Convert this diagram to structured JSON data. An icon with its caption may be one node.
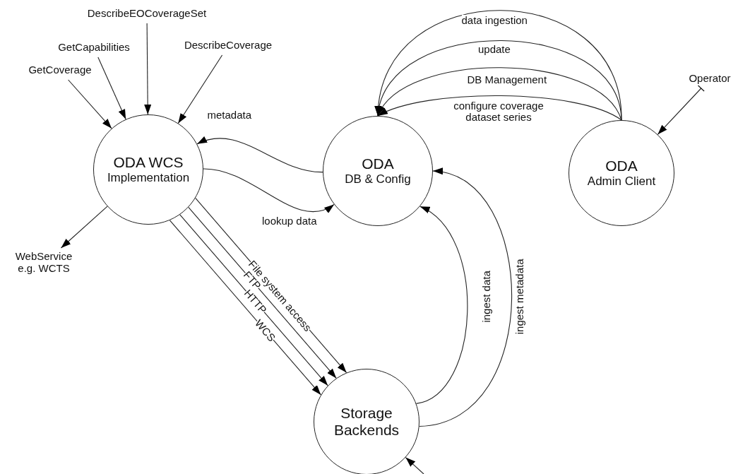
{
  "diagram": {
    "nodes": [
      {
        "text": [
          "GetCoverage"
        ]
      },
      {
        "text": [
          "GetCapabilities"
        ]
      },
      {
        "text": [
          "DescribeEOCoverageSet"
        ]
      },
      {
        "text": [
          "DescribeCoverage"
        ]
      },
      {
        "text": [
          "ODA WCS",
          "Implementation"
        ]
      },
      {
        "text": [
          "ODA",
          "DB & Config"
        ]
      },
      {
        "text": [
          "Operator"
        ]
      },
      {
        "text": [
          "ODA",
          "Admin Client"
        ]
      },
      {
        "text": [
          "WebService e.g. WCTS"
        ]
      },
      {
        "text": [
          "Storage Backends"
        ]
      }
    ],
    "edges": [
      {
        "from": 0,
        "to": 4,
        "arrow": "to"
      },
      {
        "from": 1,
        "to": 4,
        "arrow": "to"
      },
      {
        "from": 2,
        "to": 4,
        "arrow": "to"
      },
      {
        "from": 3,
        "to": 4,
        "arrow": "to"
      },
      {
        "from": 5,
        "to": 4,
        "arrow": "to",
        "label": "metadata"
      },
      {
        "from": 4,
        "to": 5,
        "arrow": "to",
        "label": "lookup data"
      },
      {
        "from": 4,
        "to": 8,
        "arrow": "to"
      },
      {
        "from": 4,
        "to": 9,
        "arrow": "to",
        "label": "File system access"
      },
      {
        "from": 4,
        "to": 9,
        "arrow": "to",
        "label": "FTP"
      },
      {
        "from": 4,
        "to": 9,
        "arrow": "to",
        "label": "HTTP"
      },
      {
        "from": 4,
        "to": 9,
        "arrow": "to",
        "label": "WCS"
      },
      {
        "from": 7,
        "to": 5,
        "arrow": "to",
        "label": "data ingestion"
      },
      {
        "from": 7,
        "to": 5,
        "arrow": "to",
        "label": "update"
      },
      {
        "from": 7,
        "to": 5,
        "arrow": "to",
        "label": "DB Management"
      },
      {
        "from": 7,
        "to": 5,
        "arrow": "to",
        "label": "configure coverage dataset series"
      },
      {
        "from": 9,
        "to": 5,
        "arrow": "to",
        "label": "ingest data"
      },
      {
        "from": 9,
        "to": 5,
        "arrow": "to",
        "label": "ingest metadata"
      },
      {
        "from": 6,
        "to": 7,
        "arrow": "to"
      },
      {
        "from": null,
        "to": 9,
        "arrow": "to"
      }
    ]
  }
}
